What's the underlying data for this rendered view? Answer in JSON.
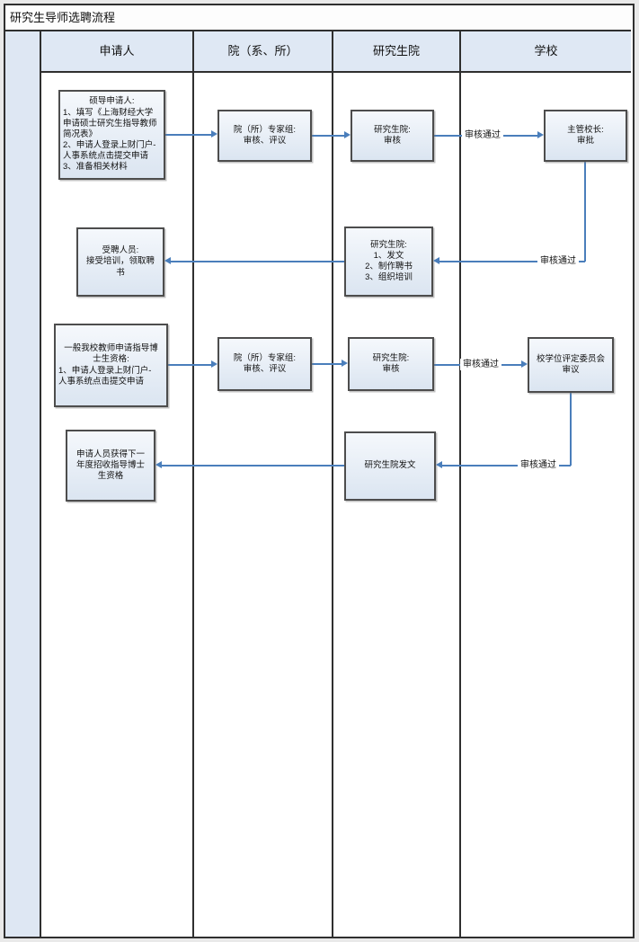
{
  "title": "研究生导师选聘流程",
  "lanes": [
    {
      "label": "申请人"
    },
    {
      "label": "院（系、所）"
    },
    {
      "label": "研究生院"
    },
    {
      "label": "学校"
    }
  ],
  "nodes": {
    "a": {
      "title": "硕导申请人:",
      "body": "1、填写《上海财经大学\n申请硕士研究生指导教师\n简况表》\n2、申请人登录上财门户-\n人事系统点击提交申请\n3、准备相关材料"
    },
    "b": {
      "text": "院（所）专家组:\n审核、评议"
    },
    "c": {
      "text": "研究生院:\n审核"
    },
    "d": {
      "text": "主管校长:\n审批"
    },
    "e": {
      "text": "受聘人员:\n接受培训，领取聘\n书"
    },
    "f": {
      "text": "研究生院:\n1、发文\n2、制作聘书\n3、组织培训"
    },
    "g": {
      "title": "一般我校教师申请指导博\n士生资格:",
      "body": "1、申请人登录上财门户-\n人事系统点击提交申请"
    },
    "h": {
      "text": "院（所）专家组:\n审核、评议"
    },
    "i": {
      "text": "研究生院:\n审核"
    },
    "j": {
      "text": "校学位评定委员会\n审议"
    },
    "k": {
      "text": "申请人员获得下一\n年度招收指导博士\n生资格"
    },
    "l": {
      "text": "研究生院发文"
    }
  },
  "edges": {
    "r1": "审核通过",
    "r2": "审核通过",
    "r3": "审核通过",
    "r4": "审核通过"
  },
  "colors": {
    "arrow": "#4a7ebb",
    "lane_fill": "#dee7f3",
    "frame_border": "#2f2f2f",
    "node_fill": "#dbe5f1"
  }
}
